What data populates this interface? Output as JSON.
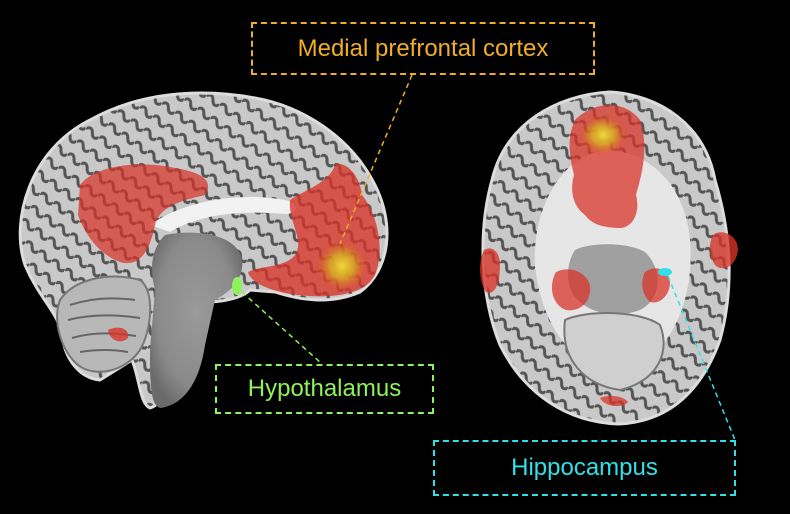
{
  "figure": {
    "background": "#000000",
    "panels": [
      {
        "view": "sagittal-brain-slice"
      },
      {
        "view": "axial-brain-slice"
      }
    ],
    "overlay_colors": {
      "activation": "#d8352a",
      "peak": "#e8d21e"
    }
  },
  "labels": {
    "mpfc": {
      "text": "Medial prefrontal cortex",
      "color": "#f0ad28"
    },
    "hypothalamus": {
      "text": "Hypothalamus",
      "color": "#8ef25a"
    },
    "hippocampus": {
      "text": "Hippocampus",
      "color": "#33e0e8"
    }
  }
}
